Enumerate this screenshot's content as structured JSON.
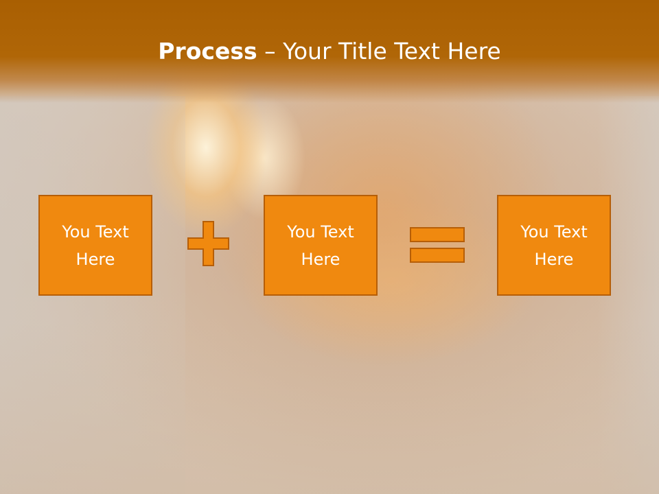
{
  "slide": {
    "title_bold": "Process",
    "title_rest": " – Your Title Text Here"
  },
  "boxes": [
    {
      "text": "You Text Here"
    },
    {
      "text": "You Text Here"
    },
    {
      "text": "You Text Here"
    }
  ],
  "colors": {
    "header": "#a95f02",
    "box_fill": "#f0890f",
    "box_border": "#b65e07"
  },
  "icons": [
    "plus-icon",
    "equals-icon"
  ]
}
